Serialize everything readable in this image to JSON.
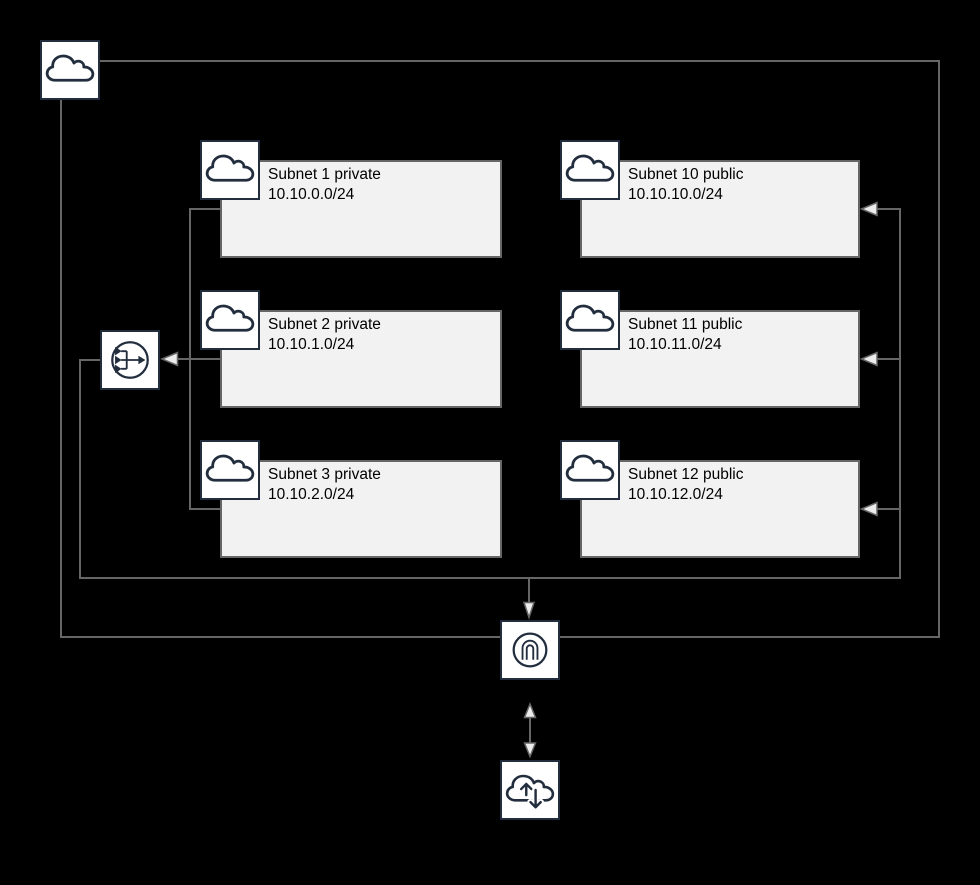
{
  "diagram": {
    "type": "vpc-network-diagram",
    "background": "#000000",
    "subnets": [
      {
        "name": "Subnet 1 private",
        "cidr": "10.10.0.0/24"
      },
      {
        "name": "Subnet 2 private",
        "cidr": "10.10.1.0/24"
      },
      {
        "name": "Subnet 3 private",
        "cidr": "10.10.2.0/24"
      },
      {
        "name": "Subnet 10 public",
        "cidr": "10.10.10.0/24"
      },
      {
        "name": "Subnet 11 public",
        "cidr": "10.10.11.0/24"
      },
      {
        "name": "Subnet 12 public",
        "cidr": "10.10.12.0/24"
      }
    ],
    "nodes": [
      {
        "icon": "cloud-icon",
        "role": "vpc-cloud"
      },
      {
        "icon": "cloud-icon",
        "role": "subnet-cloud"
      },
      {
        "icon": "nat-router-icon",
        "role": "nat-router"
      },
      {
        "icon": "internet-gateway-icon",
        "role": "internet-gateway"
      },
      {
        "icon": "internet-cloud-icon",
        "role": "internet"
      }
    ],
    "colors": {
      "connector": "#666666",
      "subnet_fill": "#f2f2f2",
      "subnet_border": "#666666",
      "icon_stroke": "#222d3d",
      "node_fill": "#ffffff",
      "label_text": "#000000",
      "arrowhead_fill": "#ececec"
    }
  }
}
